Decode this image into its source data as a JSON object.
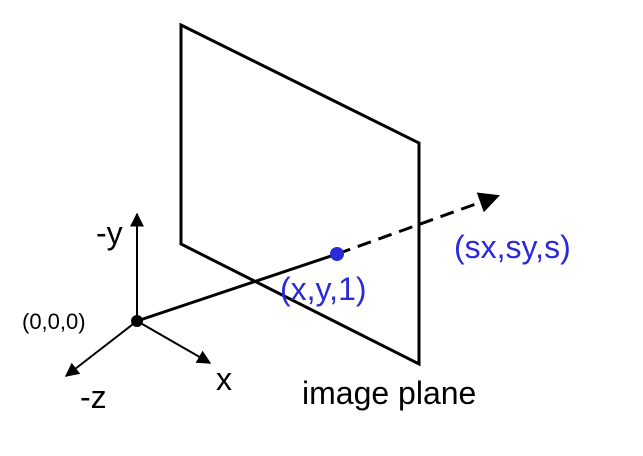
{
  "diagram": {
    "labels": {
      "origin": "(0,0,0)",
      "neg_y_axis": "-y",
      "x_axis": "x",
      "neg_z_axis": "-z",
      "image_point": "(x,y,1)",
      "ray_point": "(sx,sy,s)",
      "plane": "image plane"
    },
    "colors": {
      "ink": "#000000",
      "highlight": "#2a2ad8",
      "background": "#ffffff"
    }
  }
}
